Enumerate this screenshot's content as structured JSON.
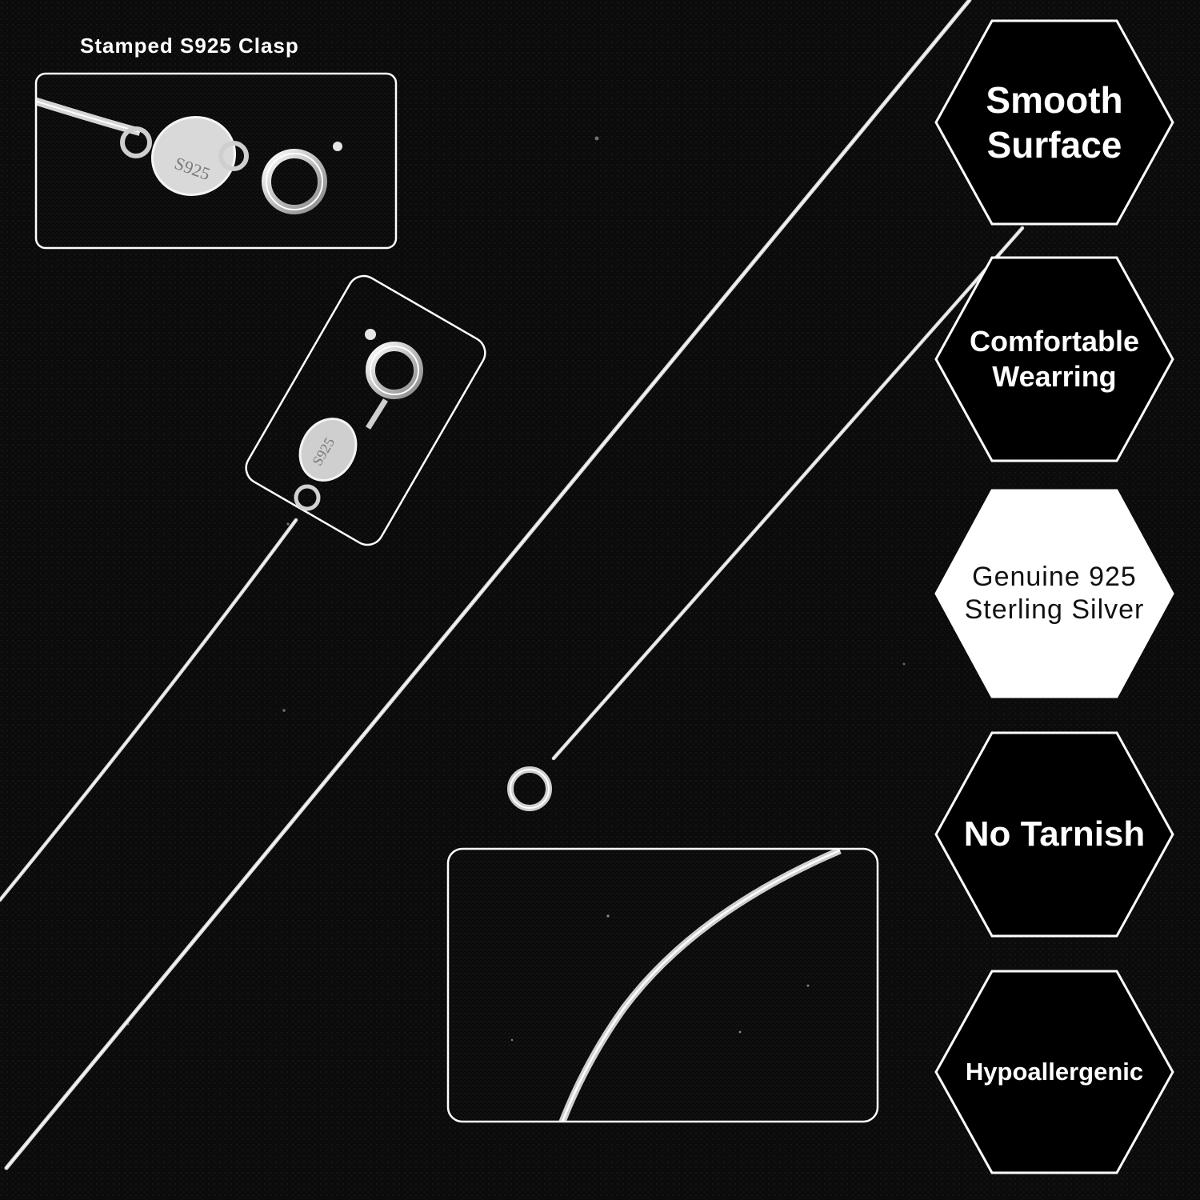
{
  "caption": "Stamped S925 Clasp",
  "clasp_stamp": "S925",
  "features": [
    {
      "label": "Smooth\nSurface",
      "style": "dark"
    },
    {
      "label": "Comfortable\nWearring",
      "style": "dark"
    },
    {
      "label": "Genuine 925\nSterling Silver",
      "style": "light"
    },
    {
      "label": "No Tarnish",
      "style": "dark"
    },
    {
      "label": "Hypoallergenic",
      "style": "dark"
    }
  ],
  "colors": {
    "background": "#0b0b0b",
    "silver": "#d8d8d8",
    "hex_border": "#ffffff",
    "hex_dark_fill": "#000000",
    "hex_light_fill": "#ffffff",
    "hex_light_text": "#111111"
  }
}
